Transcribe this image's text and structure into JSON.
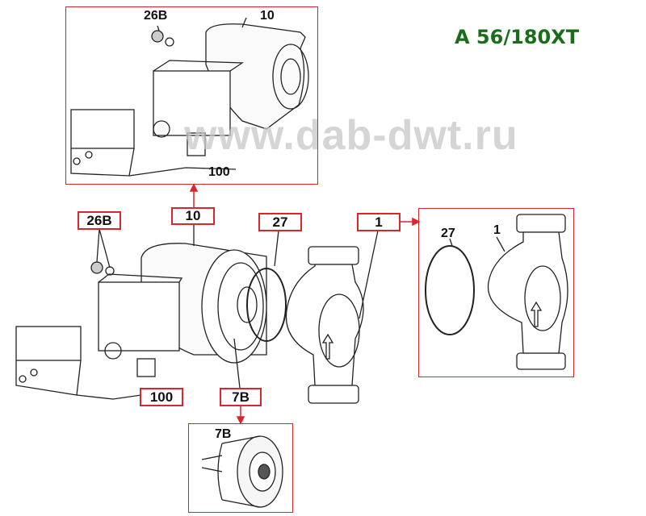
{
  "title": "A 56/180XT",
  "watermark": "www.dab-dwt.ru",
  "detail_top": {
    "label_26b": "26B",
    "label_10": "10",
    "label_100": "100"
  },
  "main": {
    "callouts": {
      "c26b": "26B",
      "c10": "10",
      "c27": "27",
      "c1": "1",
      "c100": "100",
      "c7b": "7B"
    }
  },
  "detail_right": {
    "label_27": "27",
    "label_1": "1"
  },
  "detail_bottom": {
    "label_7b": "7B"
  },
  "colors": {
    "callout_border": "#d9262c",
    "title": "#1a6e1a",
    "watermark": "#c8c8c8"
  }
}
